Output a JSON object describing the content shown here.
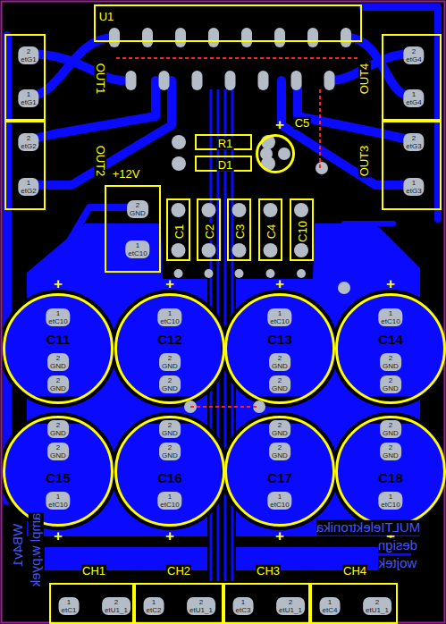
{
  "diagram": {
    "nodes": [
      {
        "text": [
          "U1"
        ]
      },
      {
        "text": [
          "2 etG1",
          "1 etG1"
        ]
      },
      {
        "text": [
          "2 etG2",
          "1 etG2"
        ]
      },
      {
        "text": [
          "2 etG4",
          "1 etG4"
        ]
      },
      {
        "text": [
          "2 etG3",
          "1 etG3"
        ]
      },
      {
        "text": [
          "R1"
        ]
      },
      {
        "text": [
          "D1"
        ]
      },
      {
        "text": [
          "C5"
        ]
      },
      {
        "text": [
          "+12V",
          "2 GND",
          "1 etC10"
        ]
      },
      {
        "text": [
          "C1"
        ]
      },
      {
        "text": [
          "C2"
        ]
      },
      {
        "text": [
          "C3"
        ]
      },
      {
        "text": [
          "C4"
        ]
      },
      {
        "text": [
          "C10"
        ]
      },
      {
        "text": [
          "C11",
          "1 etC10",
          "2 GND",
          "2 GND"
        ]
      },
      {
        "text": [
          "C12",
          "1 etC10",
          "2 GND",
          "2 GND"
        ]
      },
      {
        "text": [
          "C13",
          "1 etC10",
          "2 GND",
          "2 GND"
        ]
      },
      {
        "text": [
          "C14",
          "1 etC10",
          "2 GND",
          "2 GND"
        ]
      },
      {
        "text": [
          "C15",
          "2 GND",
          "2 GND",
          "1 etC10"
        ]
      },
      {
        "text": [
          "C16",
          "2 GND",
          "2 GND",
          "1 etC10"
        ]
      },
      {
        "text": [
          "C17",
          "2 GND",
          "2 GND",
          "1 etC10"
        ]
      },
      {
        "text": [
          "C18",
          "2 GND",
          "2 GND",
          "1 etC10"
        ]
      },
      {
        "text": [
          "CH1",
          "1 etC1",
          "2 etU1_1"
        ]
      },
      {
        "text": [
          "CH2",
          "1 etC2",
          "2 etU1_1"
        ]
      },
      {
        "text": [
          "CH3",
          "1 etC3",
          "2 etU1_1"
        ]
      },
      {
        "text": [
          "CH4",
          "1 etC4",
          "2 etU1_1"
        ]
      }
    ],
    "labels": [
      "OUT1",
      "OUT2",
      "OUT4",
      "OUT3",
      "+",
      "+",
      "+",
      "+",
      "+",
      "+",
      "+",
      "+",
      "+",
      "MULTIelektronika",
      "design",
      "wojtek",
      "WB4v1",
      "ampl w.pyek"
    ]
  }
}
